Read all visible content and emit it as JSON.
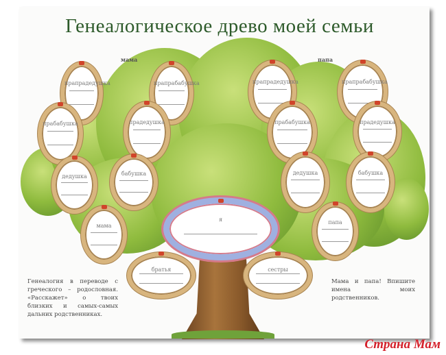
{
  "title": "Генеалогическое древо моей семьи",
  "side_labels": {
    "mother": "мама",
    "father": "папа"
  },
  "ovals": [
    {
      "id": "mother-great-great-grandfather",
      "label": "прапрадедушка"
    },
    {
      "id": "mother-great-great-grandmother",
      "label": "прапрабабушка"
    },
    {
      "id": "mother-great-grandmother",
      "label": "прабабушка"
    },
    {
      "id": "mother-great-grandfather",
      "label": "прадедушка"
    },
    {
      "id": "mother-grandfather",
      "label": "дедушка"
    },
    {
      "id": "mother-grandmother",
      "label": "бабушка"
    },
    {
      "id": "mother",
      "label": "мама"
    },
    {
      "id": "father-great-great-grandfather",
      "label": "прапрадедушка"
    },
    {
      "id": "father-great-great-grandmother",
      "label": "прапрабабушка"
    },
    {
      "id": "father-great-grandmother",
      "label": "прабабушка"
    },
    {
      "id": "father-great-grandfather",
      "label": "прадедушка"
    },
    {
      "id": "father-grandfather",
      "label": "дедушка"
    },
    {
      "id": "father-grandmother",
      "label": "бабушка"
    },
    {
      "id": "father",
      "label": "папа"
    },
    {
      "id": "me",
      "label": "я"
    },
    {
      "id": "brothers",
      "label": "братья"
    },
    {
      "id": "sisters",
      "label": "сестры"
    }
  ],
  "notes": {
    "left": "Генеалогия в переводе с греческого – родословная. «Расскажет» о твоих близких и самых-самых дальних родственниках.",
    "right": "Мама и папа! Впишите имена моих родственников."
  },
  "watermark": "Страна Мам"
}
